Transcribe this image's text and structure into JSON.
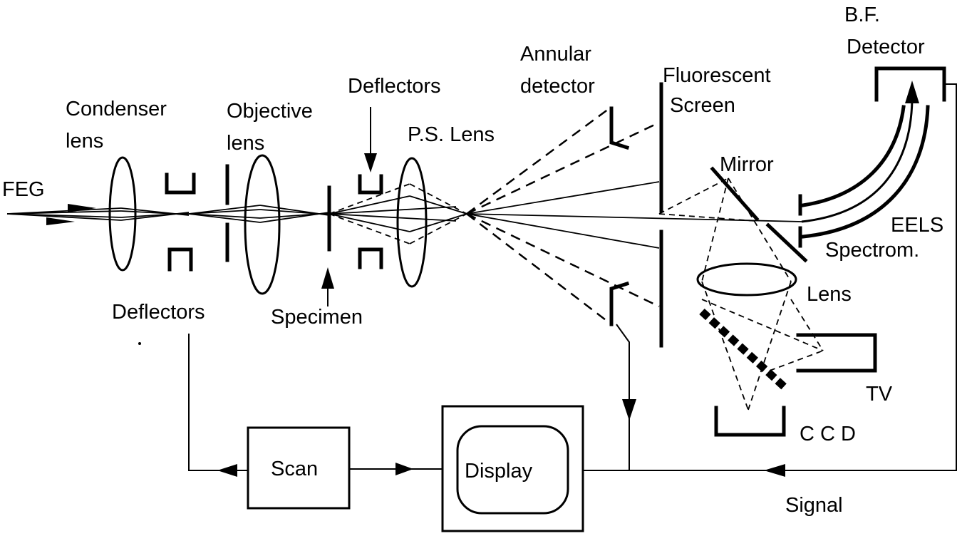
{
  "labels": {
    "feg": "FEG",
    "condenser_1": "Condenser",
    "condenser_2": "lens",
    "objective_1": "Objective",
    "objective_2": "lens",
    "deflectors_top": "Deflectors",
    "deflectors_bottom": "Deflectors",
    "specimen": "Specimen",
    "ps_lens": "P.S. Lens",
    "annular_1": "Annular",
    "annular_2": "detector",
    "fluorescent_1": "Fluorescent",
    "fluorescent_2": "Screen",
    "bf_1": "B.F.",
    "bf_2": "Detector",
    "mirror": "Mirror",
    "eels_1": "EELS",
    "eels_2": "Spectrom.",
    "lens": "Lens",
    "tv": "TV",
    "ccd": "C C D",
    "scan": "Scan",
    "display": "Display",
    "signal": "Signal"
  }
}
